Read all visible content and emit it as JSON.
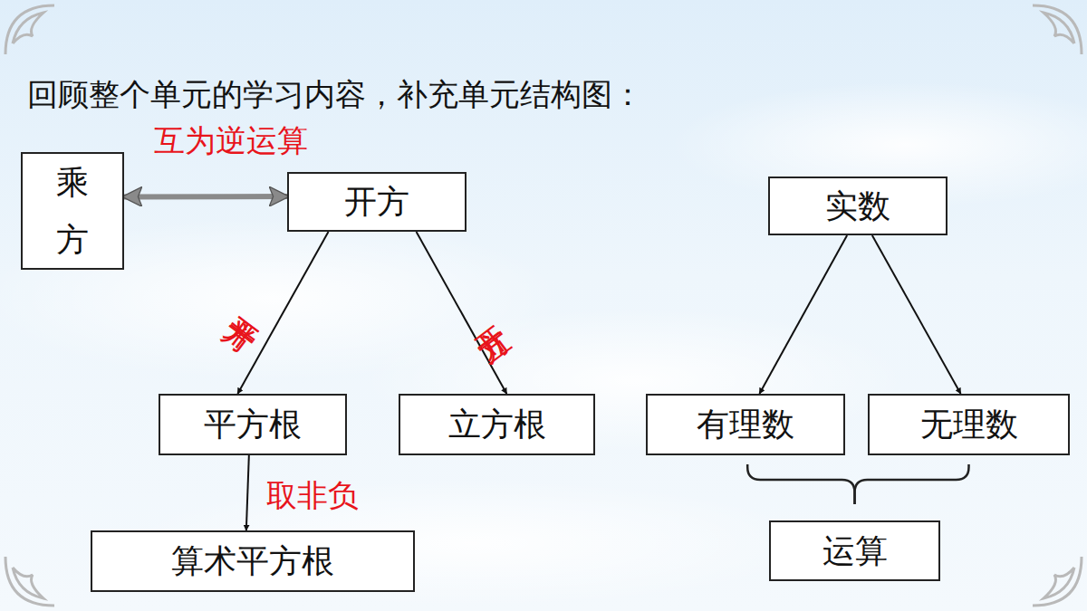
{
  "diagram": {
    "title": "回顾整个单元的学习内容，补充单元结构图：",
    "nodes": [
      {
        "text": [
          "乘 方"
        ]
      },
      {
        "text": [
          "开方"
        ]
      },
      {
        "text": [
          "实数"
        ]
      },
      {
        "text": [
          "平方根"
        ]
      },
      {
        "text": [
          "立方根"
        ]
      },
      {
        "text": [
          "有理数"
        ]
      },
      {
        "text": [
          "无理数"
        ]
      },
      {
        "text": [
          "算术平方根"
        ]
      },
      {
        "text": [
          "运算"
        ]
      }
    ],
    "edges": [
      {
        "from": 0,
        "to": 1,
        "arrow": "both",
        "label": "互为逆运算"
      },
      {
        "from": 1,
        "to": 3,
        "arrow": "to",
        "label": "开平方"
      },
      {
        "from": 1,
        "to": 4,
        "arrow": "to",
        "label": "开立方"
      },
      {
        "from": 3,
        "to": 7,
        "arrow": "to",
        "label": "取非负"
      },
      {
        "from": 2,
        "to": 5,
        "arrow": "to"
      },
      {
        "from": 2,
        "to": 6,
        "arrow": "to"
      },
      {
        "from": 5,
        "to": 8,
        "arrow": "none"
      },
      {
        "from": 6,
        "to": 8,
        "arrow": "none"
      }
    ]
  }
}
